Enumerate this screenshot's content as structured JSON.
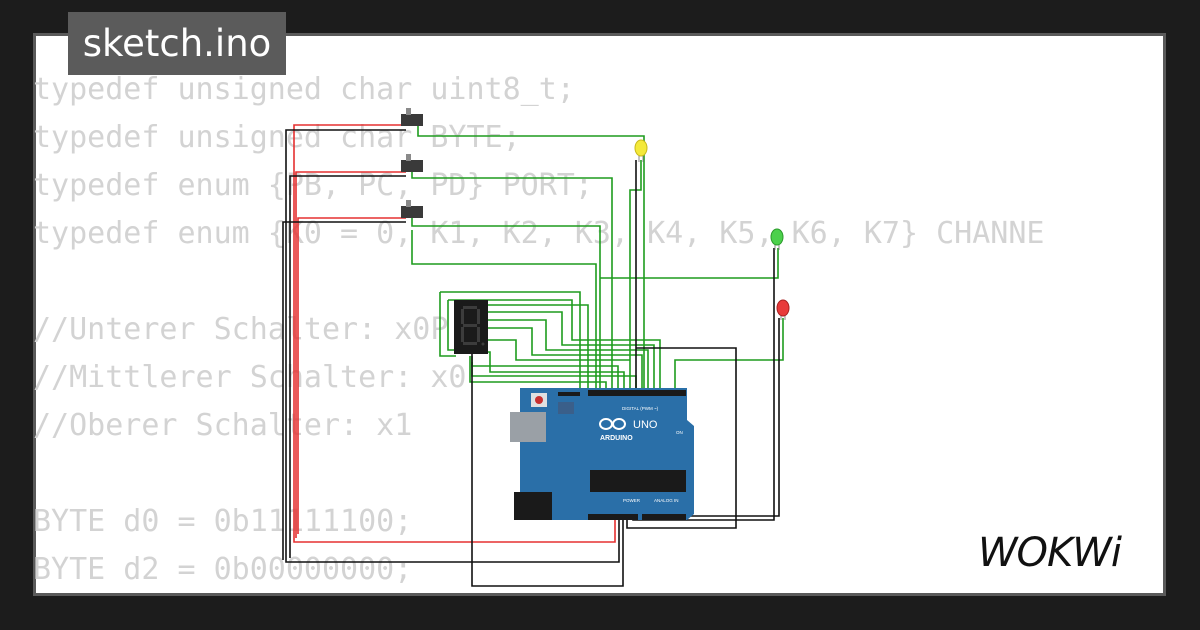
{
  "title_tab": {
    "label": "sketch.ino"
  },
  "code_lines": [
    "typedef unsigned char uint8_t;",
    "typedef unsigned char BYTE;",
    "typedef enum {PB, PC, PD} PORT;",
    "typedef enum {K0 = 0, K1, K2, K3, K4, K5, K6, K7} CHANNE",
    "",
    "//Unterer Schalter: x0P",
    "//Mittlerer Schalter: x0",
    "//Oberer Schalter: x1",
    "",
    "BYTE d0 = 0b11111100;",
    "BYTE d2 = 0b00000000;"
  ],
  "board": {
    "brand": "UNO",
    "maker": "ARDUINO",
    "digital_label": "DIGITAL (PWM ~)",
    "analog_label": "ANALOG IN",
    "power_label": "POWER",
    "on_label": "ON"
  },
  "logo": {
    "text": "WOKWi"
  },
  "colors": {
    "wire_green": "#1e9c1e",
    "wire_red": "#e53030",
    "wire_black": "#111111",
    "board_blue": "#2a6fa8",
    "led_yellow": "#f4e93a",
    "led_green": "#4cd04c",
    "led_red": "#e83a3a"
  }
}
